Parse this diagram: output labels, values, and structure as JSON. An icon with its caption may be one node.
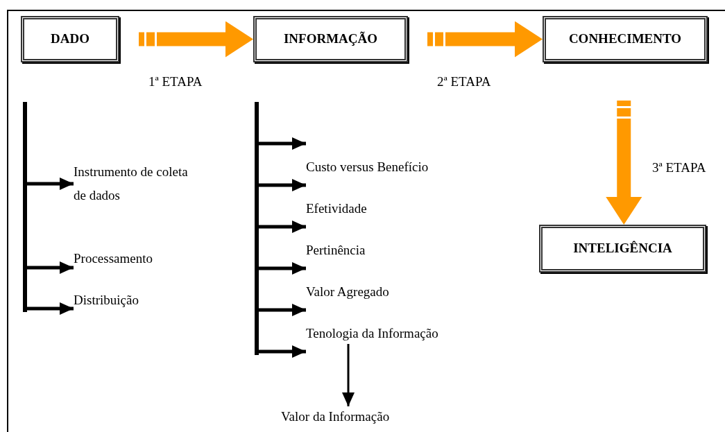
{
  "diagram": {
    "nodes": [
      {
        "text": [
          "DADO"
        ]
      },
      {
        "text": [
          "INFORMAÇÃO"
        ]
      },
      {
        "text": [
          "CONHECIMENTO"
        ]
      },
      {
        "text": [
          "INTELIGÊNCIA"
        ]
      },
      {
        "text": [
          "Instrumento de coleta de dados"
        ]
      },
      {
        "text": [
          "Processamento"
        ]
      },
      {
        "text": [
          "Distribuição"
        ]
      },
      {
        "text": [
          "Custo versus Benefício"
        ]
      },
      {
        "text": [
          "Efetividade"
        ]
      },
      {
        "text": [
          "Pertinência"
        ]
      },
      {
        "text": [
          "Valor Agregado"
        ]
      },
      {
        "text": [
          "Tenologia da Informação"
        ]
      },
      {
        "text": [
          "Valor da Informação"
        ]
      }
    ],
    "edges": [
      {
        "from": 0,
        "to": 1,
        "arrow": "to",
        "label": "1ª ETAPA",
        "style": "thick",
        "color": "#ff9900"
      },
      {
        "from": 1,
        "to": 2,
        "arrow": "to",
        "label": "2ª ETAPA",
        "style": "thick",
        "color": "#ff9900"
      },
      {
        "from": 2,
        "to": 3,
        "arrow": "to",
        "label": "3ª ETAPA",
        "style": "thick",
        "color": "#ff9900"
      },
      {
        "from": null,
        "to": 4,
        "arrow": "to"
      },
      {
        "from": null,
        "to": 5,
        "arrow": "to"
      },
      {
        "from": null,
        "to": 6,
        "arrow": "to"
      },
      {
        "from": null,
        "to": 7,
        "arrow": "to"
      },
      {
        "from": null,
        "to": 8,
        "arrow": "to"
      },
      {
        "from": null,
        "to": 9,
        "arrow": "to"
      },
      {
        "from": null,
        "to": 10,
        "arrow": "to"
      },
      {
        "from": null,
        "to": 11,
        "arrow": "to"
      },
      {
        "from": 11,
        "to": 12,
        "arrow": "to"
      }
    ]
  }
}
